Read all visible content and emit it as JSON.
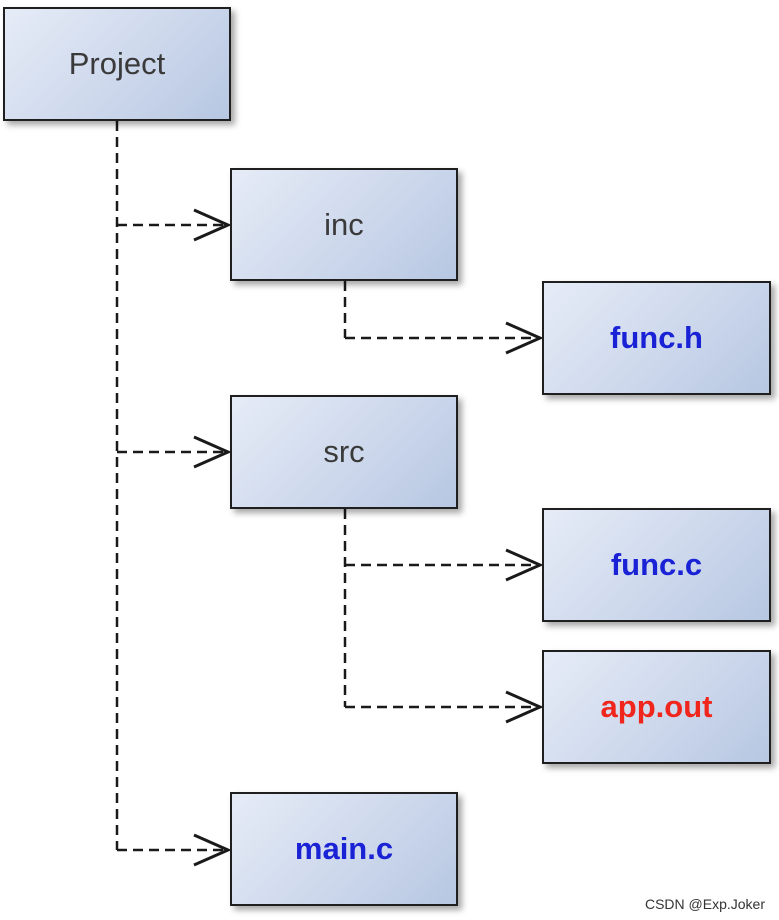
{
  "nodes": {
    "project": {
      "label": "Project",
      "color": "#3a3a3a"
    },
    "inc": {
      "label": "inc",
      "color": "#3a3a3a"
    },
    "func_h": {
      "label": "func.h",
      "color": "#1a22d6"
    },
    "src": {
      "label": "src",
      "color": "#3a3a3a"
    },
    "func_c": {
      "label": "func.c",
      "color": "#1a22d6"
    },
    "app_out": {
      "label": "app.out",
      "color": "#f0251b"
    },
    "main_c": {
      "label": "main.c",
      "color": "#1a22d6"
    }
  },
  "edges": [
    {
      "from": "project",
      "to": "inc",
      "style": "dashed",
      "arrow": "open"
    },
    {
      "from": "project",
      "to": "src",
      "style": "dashed",
      "arrow": "open"
    },
    {
      "from": "project",
      "to": "main_c",
      "style": "dashed",
      "arrow": "open"
    },
    {
      "from": "inc",
      "to": "func_h",
      "style": "dashed",
      "arrow": "open"
    },
    {
      "from": "src",
      "to": "func_c",
      "style": "dashed",
      "arrow": "open"
    },
    {
      "from": "src",
      "to": "app_out",
      "style": "dashed",
      "arrow": "open"
    }
  ],
  "watermark": "CSDN @Exp.Joker"
}
